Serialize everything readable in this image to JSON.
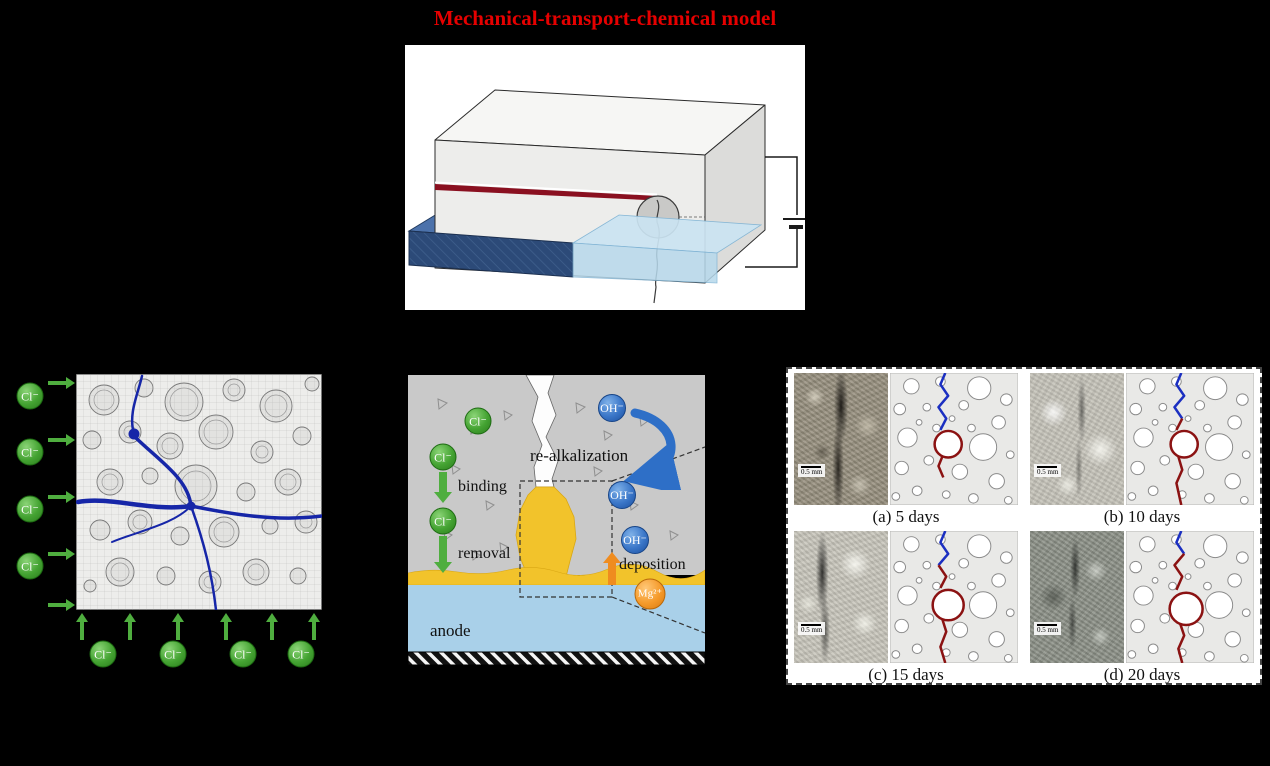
{
  "figure": {
    "title": "Mechanical-transport-chemical model"
  },
  "ions": {
    "chloride": "Cl⁻",
    "hydroxide": "OH⁻",
    "magnesium": "Mg²⁺"
  },
  "process": {
    "binding_label": "binding",
    "removal_label": "removal",
    "re_alkalization_label": "re-alkalization",
    "deposition_label": "deposition",
    "anode_label": "anode"
  },
  "results": {
    "scale_label": "0.5 mm",
    "panels": [
      {
        "caption": "(a) 5 days"
      },
      {
        "caption": "(b) 10 days"
      },
      {
        "caption": "(c) 15 days"
      },
      {
        "caption": "(d) 20 days"
      }
    ]
  },
  "colors": {
    "title_red": "#e60000",
    "chloride_green": "#4fae3f",
    "hydroxide_blue": "#2e6fc7",
    "magnesium_orange": "#ef8c1f",
    "crack_blue": "#1b2fc1",
    "corrosion_red": "#8b1212",
    "deposit_yellow": "#f2c32b",
    "water_blue": "#a9d0e9",
    "tray_blue": "#2c4a78"
  }
}
